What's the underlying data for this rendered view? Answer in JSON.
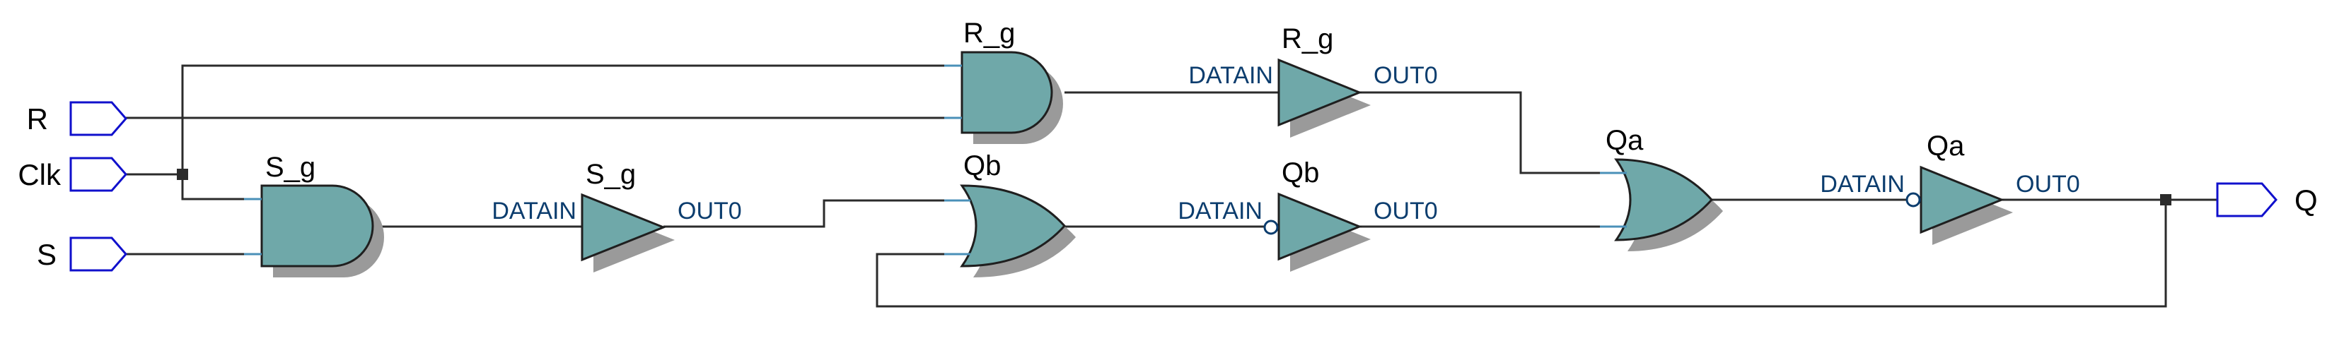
{
  "ports": {
    "r": "R",
    "clk": "Clk",
    "s": "S",
    "q": "Q"
  },
  "instances": {
    "r_g_and": "R_g",
    "r_g_buf": "R_g",
    "s_g_and": "S_g",
    "s_g_buf": "S_g",
    "qb_or": "Qb",
    "qb_buf": "Qb",
    "qa_or": "Qa",
    "qa_buf": "Qa"
  },
  "pins": {
    "datain": "DATAIN",
    "out0": "OUT0"
  },
  "colors": {
    "gate_fill": "#6fa8a9",
    "port_outline": "#1010cc",
    "pin_label": "#0c3d6e",
    "wire": "#2b2b2b"
  }
}
